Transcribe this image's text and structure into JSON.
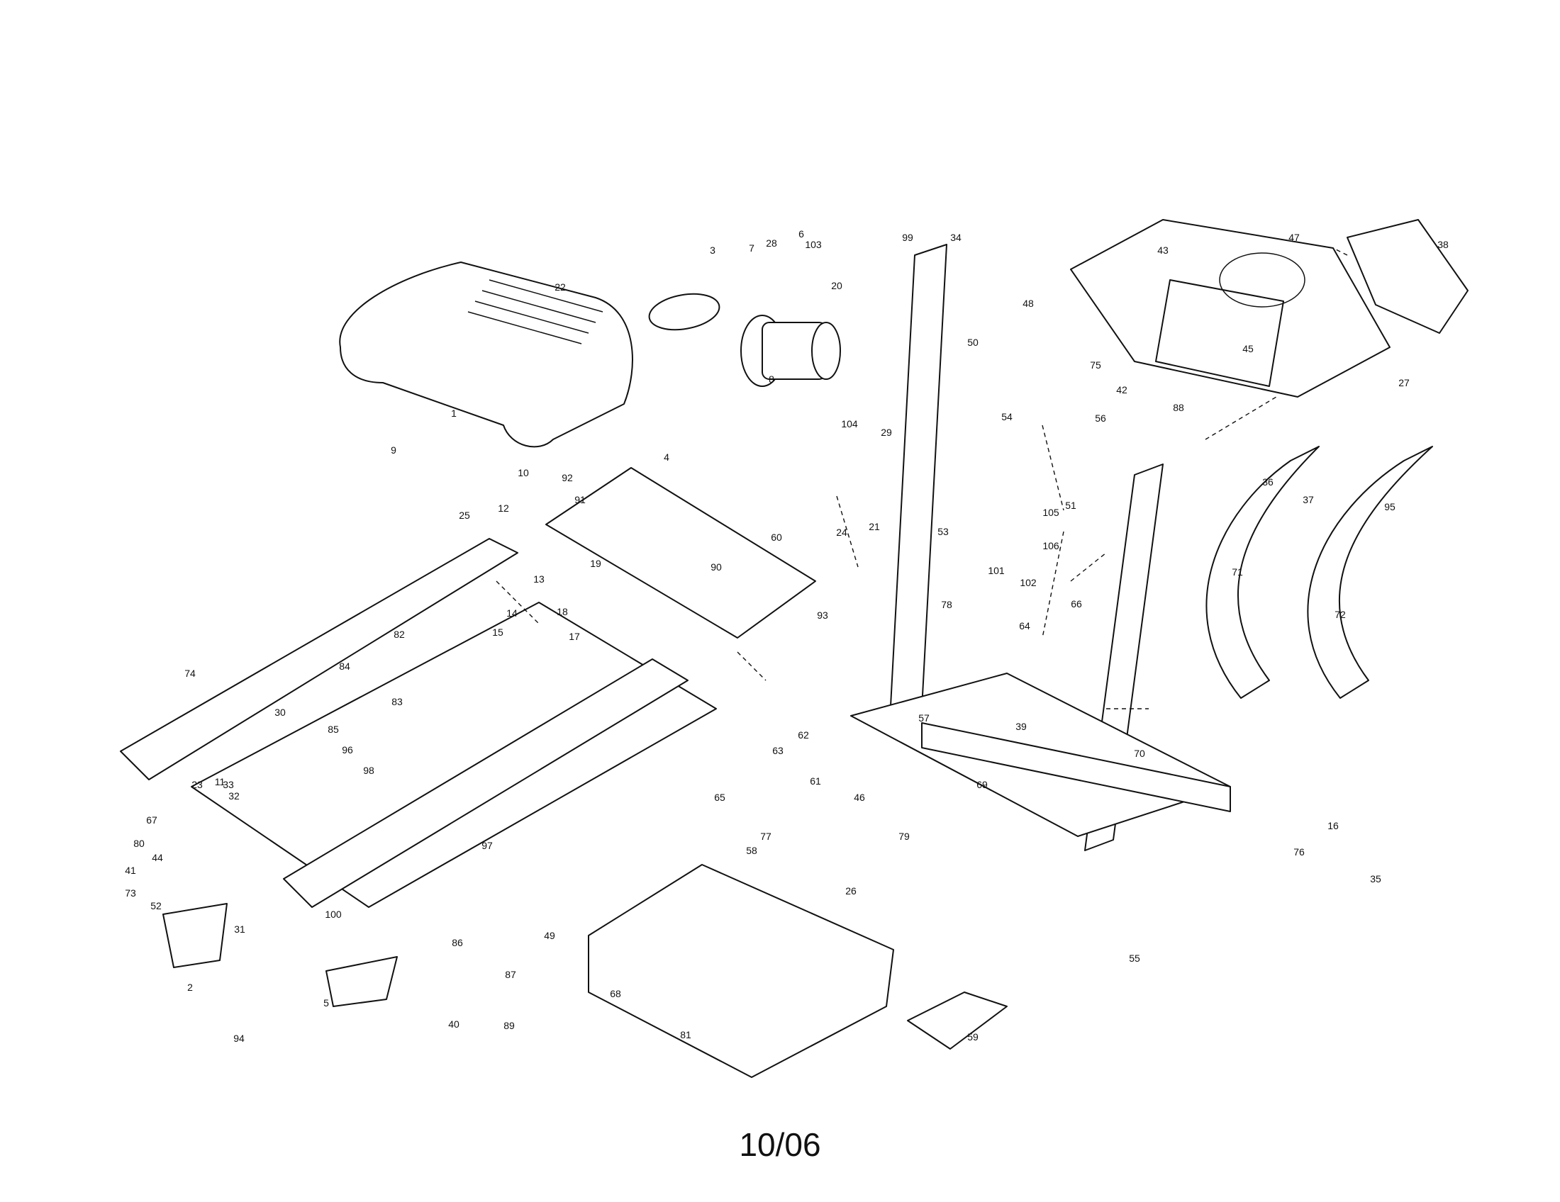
{
  "footer": {
    "code": "10/06"
  },
  "callouts": [
    "1",
    "2",
    "3",
    "4",
    "5",
    "6",
    "7",
    "8",
    "9",
    "10",
    "11",
    "12",
    "13",
    "14",
    "15",
    "16",
    "17",
    "18",
    "19",
    "20",
    "21",
    "22",
    "23",
    "24",
    "25",
    "26",
    "27",
    "28",
    "29",
    "30",
    "31",
    "32",
    "33",
    "34",
    "35",
    "36",
    "37",
    "38",
    "39",
    "40",
    "41",
    "42",
    "43",
    "44",
    "45",
    "46",
    "47",
    "48",
    "49",
    "50",
    "51",
    "52",
    "53",
    "54",
    "55",
    "56",
    "57",
    "58",
    "59",
    "60",
    "61",
    "62",
    "63",
    "64",
    "65",
    "66",
    "67",
    "68",
    "69",
    "70",
    "71",
    "72",
    "73",
    "74",
    "75",
    "76",
    "77",
    "78",
    "79",
    "80",
    "81",
    "82",
    "83",
    "84",
    "85",
    "86",
    "87",
    "88",
    "89",
    "90",
    "91",
    "92",
    "93",
    "94",
    "95",
    "96",
    "97",
    "98",
    "99",
    "100",
    "101",
    "102",
    "103",
    "104",
    "105",
    "106"
  ]
}
